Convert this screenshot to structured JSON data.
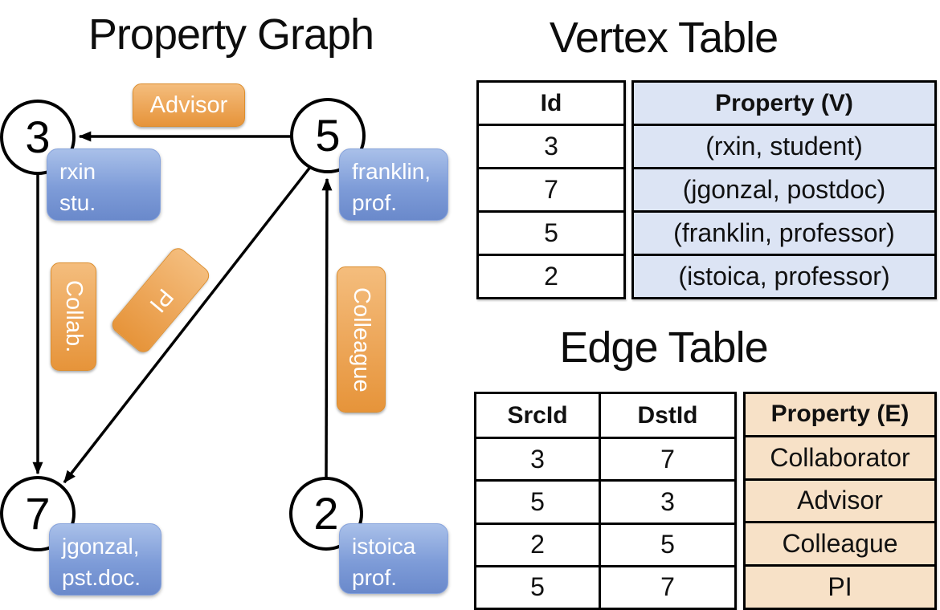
{
  "graph": {
    "title": "Property Graph",
    "nodes": [
      {
        "id": "3"
      },
      {
        "id": "5"
      },
      {
        "id": "7"
      },
      {
        "id": "2"
      }
    ],
    "node_labels": {
      "n3": [
        "rxin",
        "stu."
      ],
      "n5": [
        "franklin,",
        "prof."
      ],
      "n7": [
        "jgonzal,",
        "pst.doc."
      ],
      "n2": [
        "istoica",
        "prof."
      ]
    },
    "edge_labels": {
      "advisor": "Advisor",
      "collab": "Collab.",
      "pi": "PI",
      "colleague": "Colleague"
    }
  },
  "vertex_table": {
    "title": "Vertex Table",
    "headers": {
      "id": "Id",
      "property": "Property (V)"
    },
    "rows": [
      {
        "id": "3",
        "property": "(rxin, student)"
      },
      {
        "id": "7",
        "property": "(jgonzal, postdoc)"
      },
      {
        "id": "5",
        "property": "(franklin, professor)"
      },
      {
        "id": "2",
        "property": "(istoica, professor)"
      }
    ]
  },
  "edge_table": {
    "title": "Edge Table",
    "headers": {
      "src": "SrcId",
      "dst": "DstId",
      "property": "Property (E)"
    },
    "rows": [
      {
        "src": "3",
        "dst": "7",
        "property": "Collaborator"
      },
      {
        "src": "5",
        "dst": "3",
        "property": "Advisor"
      },
      {
        "src": "2",
        "dst": "5",
        "property": "Colleague"
      },
      {
        "src": "5",
        "dst": "7",
        "property": "PI"
      }
    ]
  },
  "colors": {
    "edge_label_orange": "#eda75a",
    "vertex_label_blue": "#7e9cd8",
    "vertex_table_fill": "#dce4f4",
    "edge_table_fill": "#f7e1c7",
    "line_black": "#000000"
  }
}
